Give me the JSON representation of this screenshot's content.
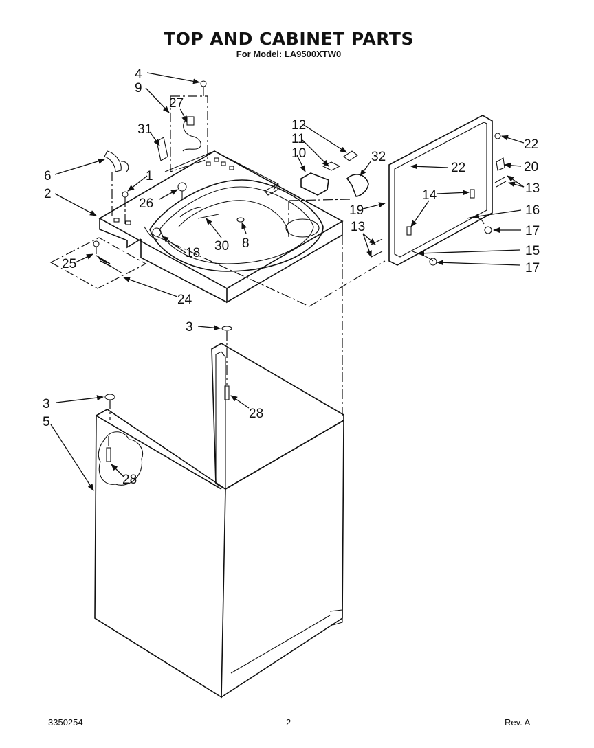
{
  "title": "TOP AND CABINET PARTS",
  "subtitle": "For Model: LA9500XTW0",
  "footer": {
    "doc_number": "3350254",
    "page": "2",
    "revision": "Rev. A"
  },
  "callouts": [
    {
      "id": "c4",
      "label": "4"
    },
    {
      "id": "c9",
      "label": "9"
    },
    {
      "id": "c27",
      "label": "27"
    },
    {
      "id": "c31",
      "label": "31"
    },
    {
      "id": "c6",
      "label": "6"
    },
    {
      "id": "c1",
      "label": "1"
    },
    {
      "id": "c2",
      "label": "2"
    },
    {
      "id": "c26",
      "label": "26"
    },
    {
      "id": "c25",
      "label": "25"
    },
    {
      "id": "c18",
      "label": "18"
    },
    {
      "id": "c30",
      "label": "30"
    },
    {
      "id": "c8",
      "label": "8"
    },
    {
      "id": "c24",
      "label": "24"
    },
    {
      "id": "c12",
      "label": "12"
    },
    {
      "id": "c11",
      "label": "11"
    },
    {
      "id": "c10",
      "label": "10"
    },
    {
      "id": "c32",
      "label": "32"
    },
    {
      "id": "c22a",
      "label": "22"
    },
    {
      "id": "c22b",
      "label": "22"
    },
    {
      "id": "c20",
      "label": "20"
    },
    {
      "id": "c14",
      "label": "14"
    },
    {
      "id": "c13a",
      "label": "13"
    },
    {
      "id": "c13b",
      "label": "13"
    },
    {
      "id": "c19",
      "label": "19"
    },
    {
      "id": "c16",
      "label": "16"
    },
    {
      "id": "c17a",
      "label": "17"
    },
    {
      "id": "c15",
      "label": "15"
    },
    {
      "id": "c17b",
      "label": "17"
    },
    {
      "id": "c3a",
      "label": "3"
    },
    {
      "id": "c3b",
      "label": "3"
    },
    {
      "id": "c28a",
      "label": "28"
    },
    {
      "id": "c5",
      "label": "5"
    },
    {
      "id": "c28b",
      "label": "28"
    }
  ]
}
